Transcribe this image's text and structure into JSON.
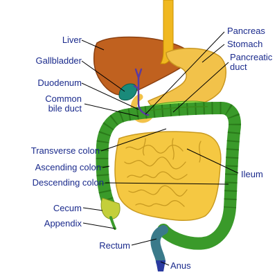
{
  "labels": {
    "liver": "Liver",
    "gallbladder": "Gallbladder",
    "duodenum": "Duodenum",
    "common_bile_duct_line1": "Common",
    "common_bile_duct_line2": "bile duct",
    "pancreas": "Pancreas",
    "stomach": "Stomach",
    "pancreatic_duct_line1": "Pancreatic",
    "pancreatic_duct_line2": "duct",
    "transverse_colon": "Transverse colon",
    "ascending_colon": "Ascending colon",
    "descending_colon": "Descending colon",
    "ileum": "Ileum",
    "cecum": "Cecum",
    "appendix": "Appendix",
    "rectum": "Rectum",
    "anus": "Anus"
  },
  "colors": {
    "label_text": "#1a2a8c",
    "liver": "#c0611f",
    "stomach": "#f2c24a",
    "esophagus": "#f0b820",
    "colon": "#3a9a2a",
    "small_intestine": "#f5c842",
    "pancreas": "#9be04a",
    "gallbladder": "#1a8a7a",
    "bile_duct": "#5a3aa0",
    "rectum": "#3a7a8a",
    "anus": "#2a3aa0"
  }
}
